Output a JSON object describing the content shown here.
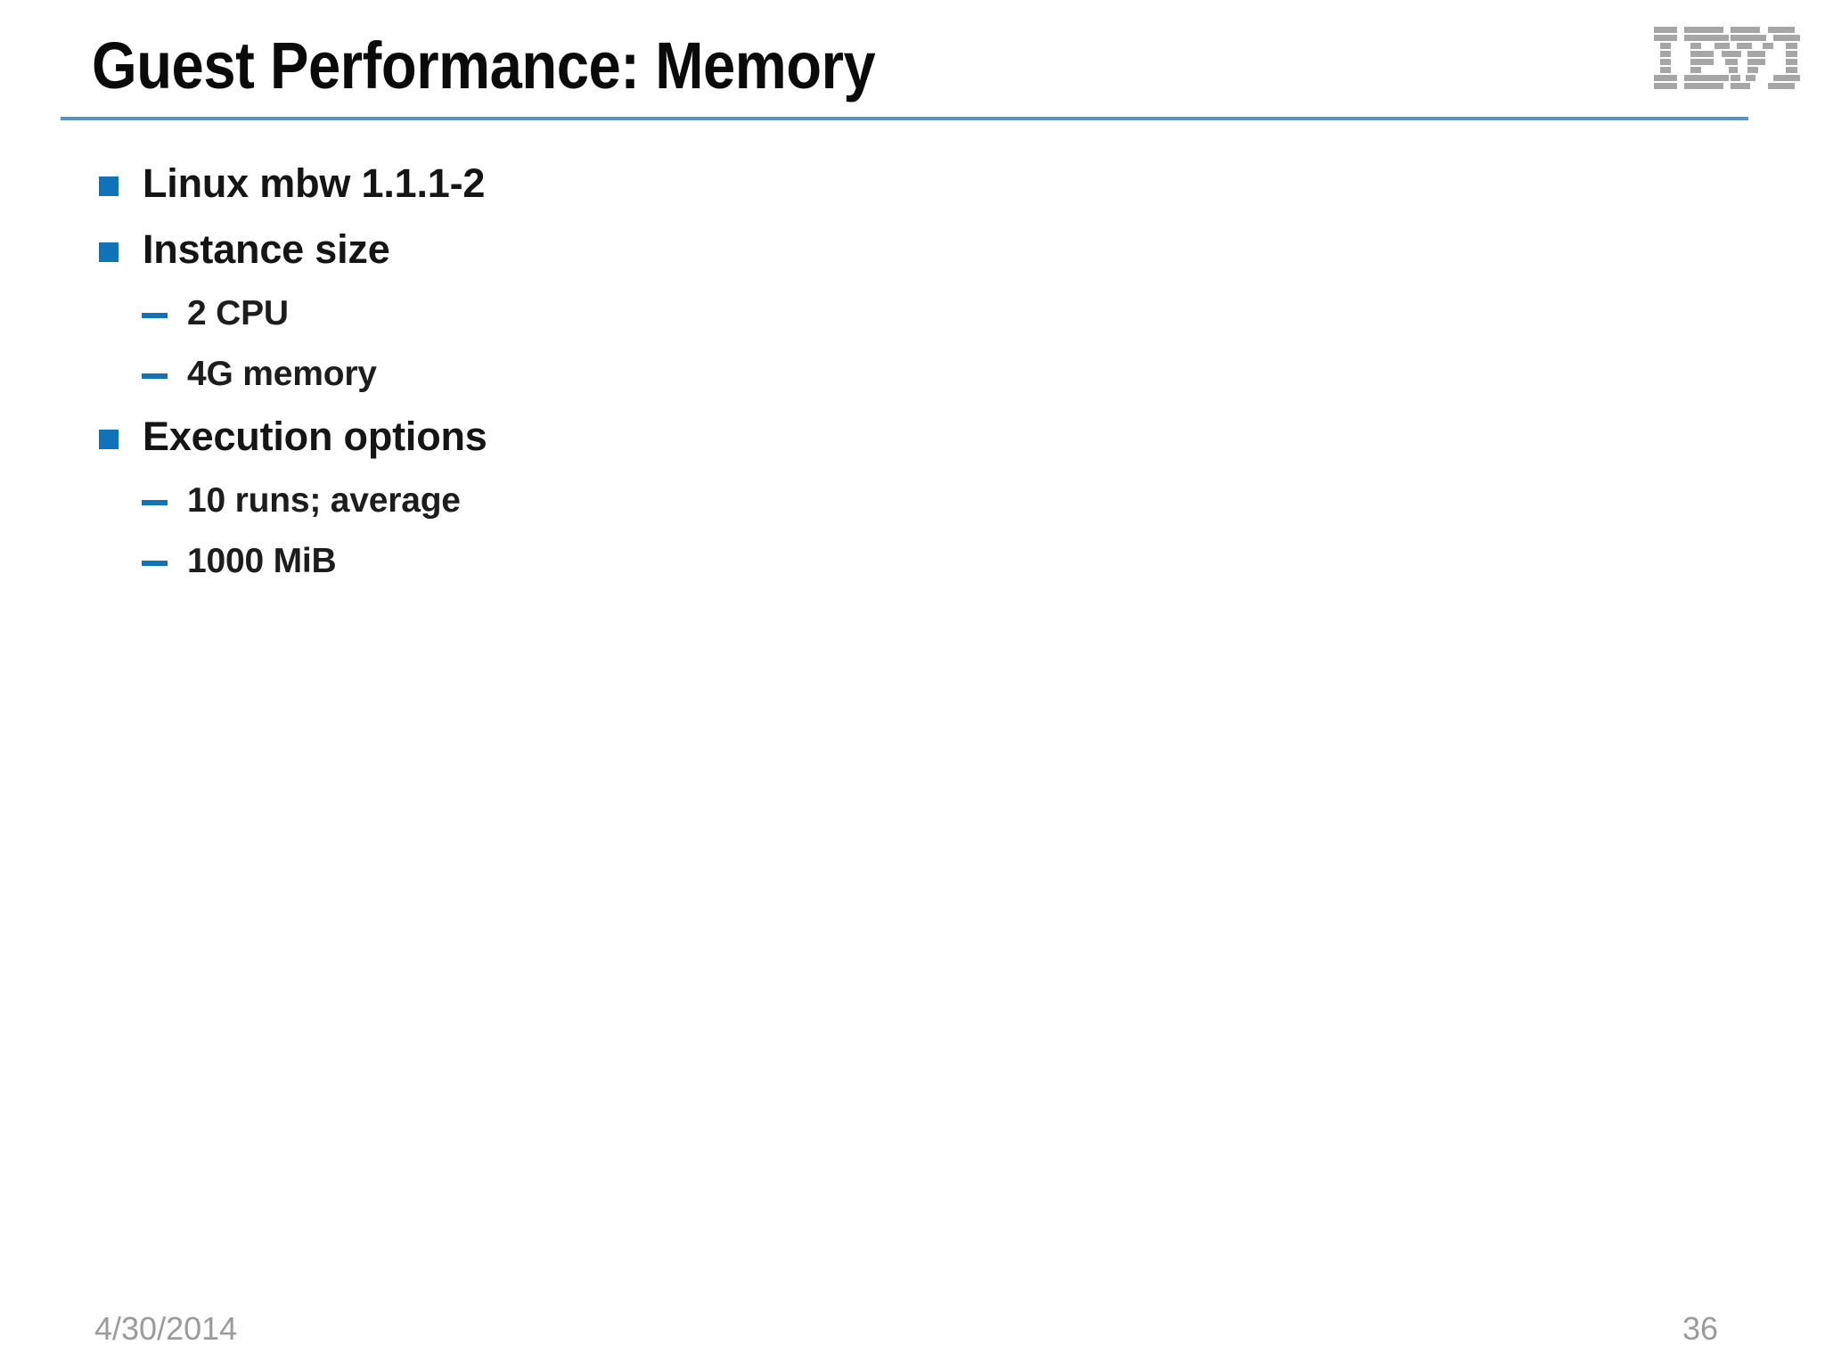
{
  "slide": {
    "title": "Guest Performance: Memory",
    "accent_rule_color": "#5b8fc7",
    "bullet_color": "#1073b8",
    "background": "#ffffff"
  },
  "logo": {
    "name": "ibm-logo",
    "alt_text": "IBM",
    "color": "#a6a6a6"
  },
  "body": {
    "blocks": [
      {
        "level": 1,
        "marker": "square-bullet",
        "text": "Linux mbw 1.1.1-2"
      },
      {
        "level": 1,
        "marker": "square-bullet",
        "text": "Instance size"
      },
      {
        "level": 2,
        "marker": "dash-bullet",
        "text": "2 CPU"
      },
      {
        "level": 2,
        "marker": "dash-bullet",
        "text": "4G memory"
      },
      {
        "level": 1,
        "marker": "square-bullet",
        "text": "Execution options"
      },
      {
        "level": 2,
        "marker": "dash-bullet",
        "text": "10 runs; average"
      },
      {
        "level": 2,
        "marker": "dash-bullet",
        "text": "1000 MiB"
      }
    ]
  },
  "footer": {
    "date": "4/30/2014",
    "page_number": "36"
  }
}
